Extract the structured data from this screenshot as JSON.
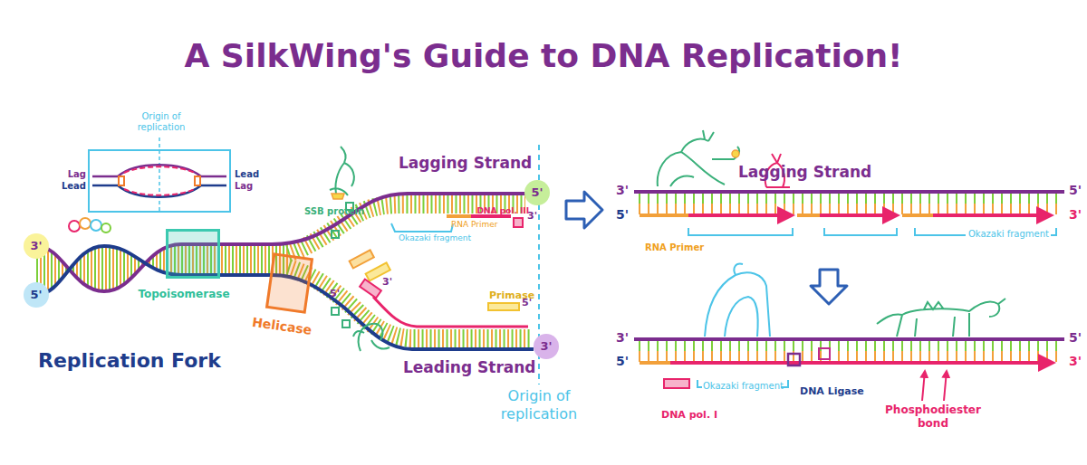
{
  "diagram": {
    "title": "A SilkWing's Guide to DNA Replication!",
    "nodes": [
      {
        "text": [
          "Origin of replication",
          "Lag",
          "Lead",
          "Lead",
          "Lag"
        ]
      },
      {
        "text": [
          "3'"
        ]
      },
      {
        "text": [
          "5'"
        ]
      },
      {
        "text": [
          "Topoisomerase"
        ]
      },
      {
        "text": [
          "Helicase"
        ]
      },
      {
        "text": [
          "DNA pol. III"
        ]
      },
      {
        "text": [
          "Primase"
        ]
      },
      {
        "text": [
          "5'"
        ]
      },
      {
        "text": [
          "3'"
        ]
      },
      {
        "text": [
          "DNA pol. I"
        ]
      },
      {
        "text": [
          "DNA Ligase"
        ]
      }
    ],
    "labels": [
      "Replication Fork",
      "SSB protein",
      "Lagging Strand",
      "RNA Primer",
      "Okazaki fragment",
      "5'",
      "3'",
      "3'",
      "5'",
      "Leading Strand",
      "Origin of replication",
      "3'",
      "5'",
      "Lagging Strand",
      "5'",
      "3'",
      "RNA Primer",
      "Okazaki fragment",
      "3'",
      "5'",
      "5'",
      "3'",
      "Okazaki fragment",
      "Phosphodiester bond"
    ]
  }
}
